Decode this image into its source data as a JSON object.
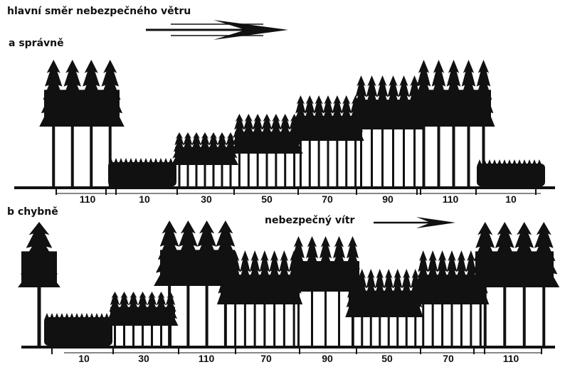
{
  "header": {
    "title": "hlavní směr nebezpečného větru"
  },
  "panel_a": {
    "label": "a  správně",
    "ages": [
      "110",
      "10",
      "30",
      "50",
      "70",
      "90",
      "110",
      "10"
    ]
  },
  "panel_b": {
    "label": "b  chybně",
    "wind_label": "nebezpečný vítr",
    "ages": [
      "10",
      "30",
      "110",
      "70",
      "90",
      "50",
      "70",
      "110"
    ]
  },
  "colors": {
    "ink": "#111111",
    "background": "#ffffff"
  }
}
